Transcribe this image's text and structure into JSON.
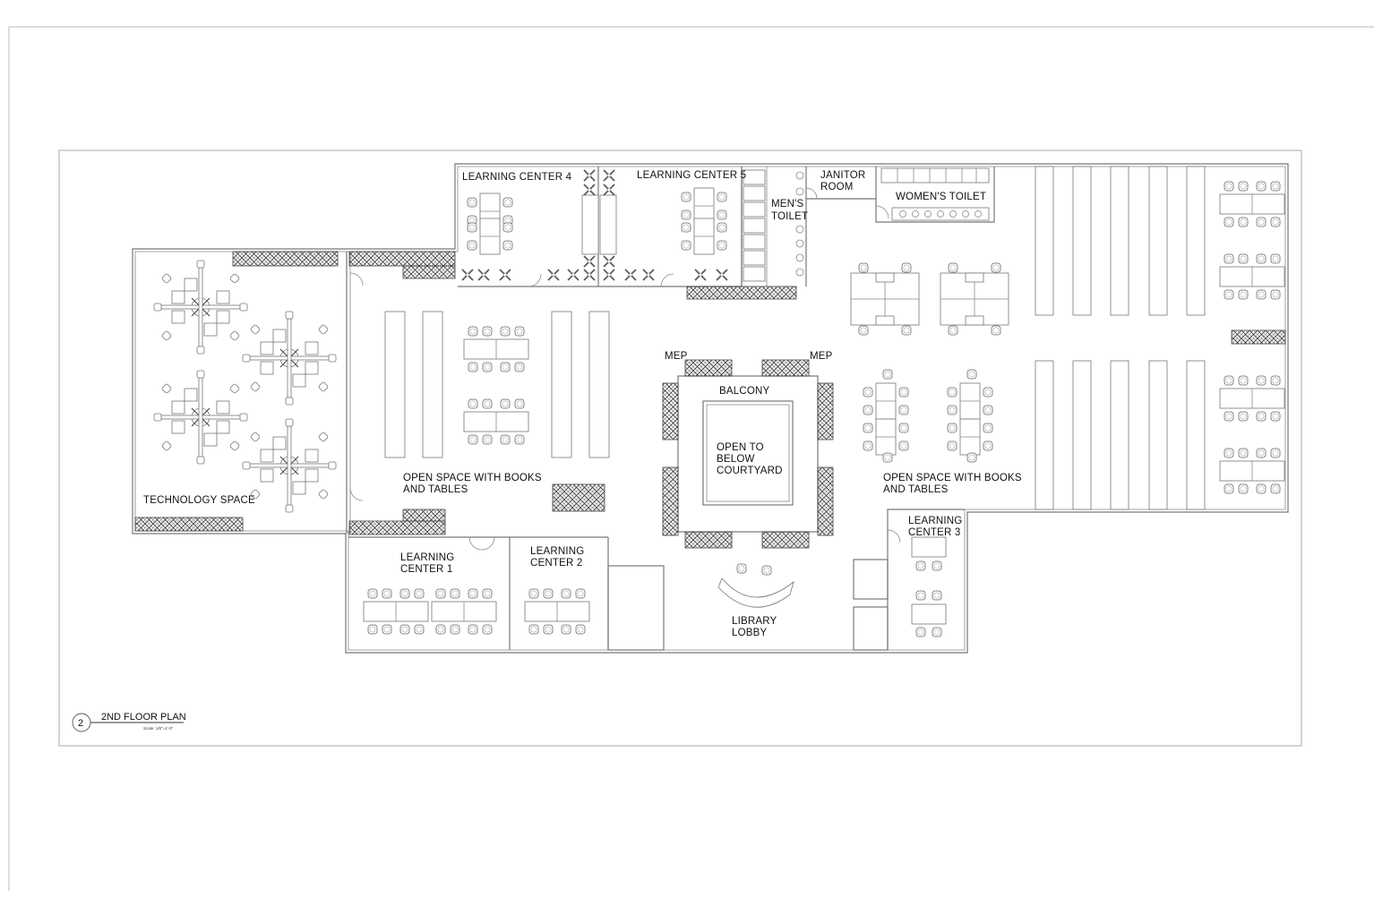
{
  "drawing": {
    "number": "2",
    "title": "2ND FLOOR PLAN",
    "scale": "Scale: 1/8\"=1'-0\""
  },
  "rooms": {
    "learning_center_4": "LEARNING CENTER 4",
    "learning_center_5": "LEARNING CENTER 5",
    "mens_toilet": [
      "MEN'S",
      "TOILET"
    ],
    "janitor_room": [
      "JANITOR",
      "ROOM"
    ],
    "womens_toilet": "WOMEN'S TOILET",
    "technology_space": "TECHNOLOGY SPACE",
    "open_space_west": [
      "OPEN SPACE WITH BOOKS",
      "AND TABLES"
    ],
    "open_space_east": [
      "OPEN SPACE WITH BOOKS",
      "AND TABLES"
    ],
    "mep_west": "MEP",
    "mep_east": "MEP",
    "balcony": "BALCONY",
    "courtyard": [
      "OPEN TO",
      "BELOW",
      "COURTYARD"
    ],
    "learning_center_1": [
      "LEARNING",
      "CENTER 1"
    ],
    "learning_center_2": [
      "LEARNING",
      "CENTER 2"
    ],
    "learning_center_3": [
      "LEARNING",
      "CENTER 3"
    ],
    "library_lobby": [
      "LIBRARY",
      "LOBBY"
    ]
  }
}
